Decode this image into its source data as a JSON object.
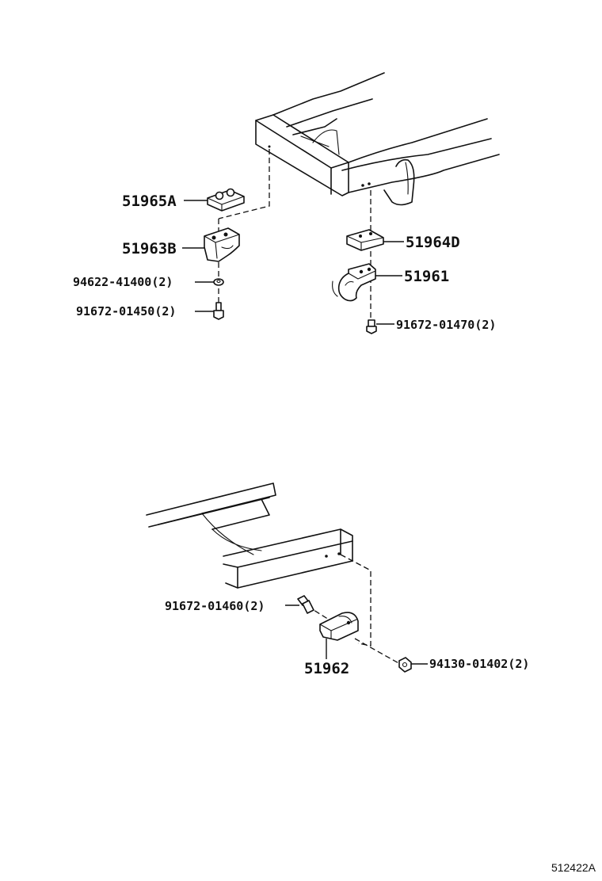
{
  "labels": {
    "p51965A": "51965A",
    "p51963B": "51963B",
    "p94622": "94622-41400(2)",
    "p91672_01450": "91672-01450(2)",
    "p51964D": "51964D",
    "p51961": "51961",
    "p91672_01470": "91672-01470(2)",
    "p91672_01460": "91672-01460(2)",
    "p51962": "51962",
    "p94130": "94130-01402(2)"
  },
  "figure_ref": "512422A"
}
